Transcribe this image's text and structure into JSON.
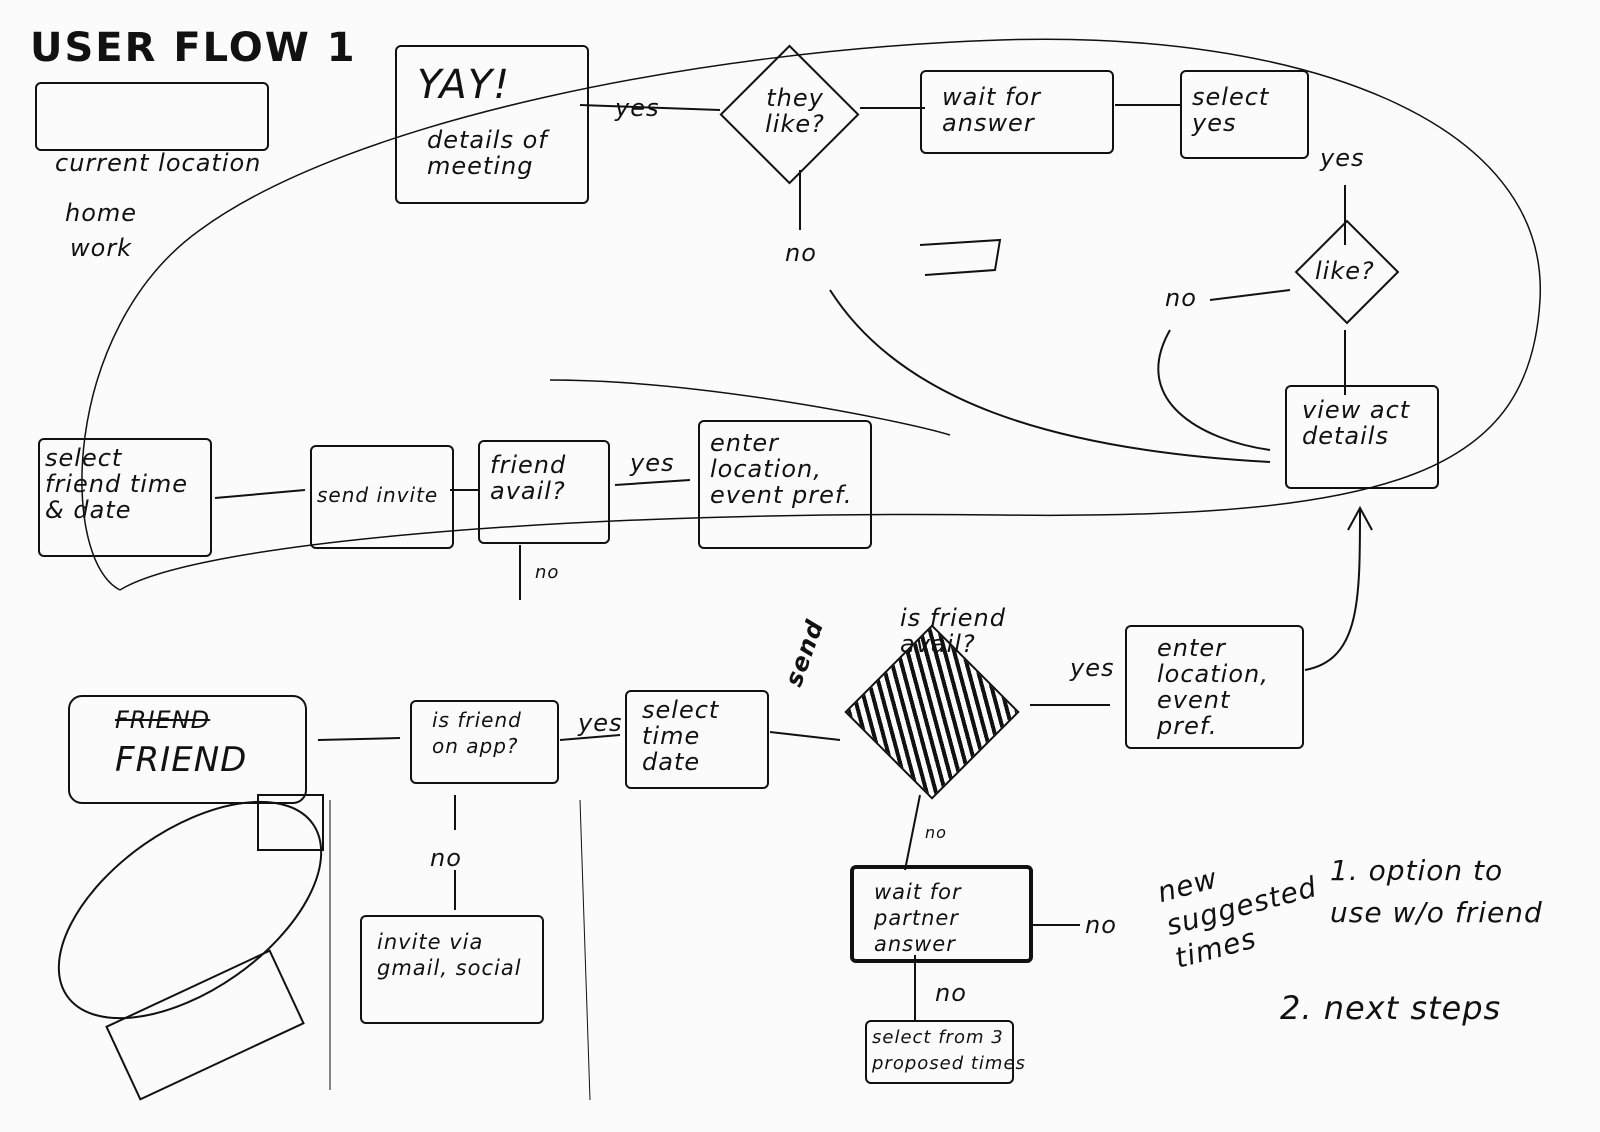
{
  "title": "USER FLOW 1",
  "top_left": {
    "field_label": "current location",
    "options": [
      "home",
      "work"
    ]
  },
  "flow_top": {
    "yay_box": {
      "heading": "YAY!",
      "text": "details of meeting"
    },
    "yes_1": "yes",
    "they_like": "they like?",
    "no_1": "no",
    "wait_for_answer": "wait for answer",
    "select_yes": "select yes",
    "yes_2": "yes",
    "like": "like?",
    "no_2": "no",
    "view_act_details": "view act details"
  },
  "flow_middle": {
    "select_friend": "select friend time & date",
    "send_invite": "send invite",
    "friend_avail": "friend avail?",
    "yes": "yes",
    "enter_location": "enter location, event pref.",
    "no": "no"
  },
  "flow_bottom": {
    "friend_struck": "FRIEND",
    "friend": "FRIEND",
    "is_friend_on_app": "is friend on app?",
    "yes_1": "yes",
    "select_time_date": "select time date",
    "send": "send",
    "is_friend_avail": "is friend avail?",
    "yes_2": "yes",
    "enter_location": "enter location, event pref.",
    "no_1": "no",
    "invite_via": "invite via gmail, social",
    "no_2": "no",
    "wait_partner": "wait for partner answer",
    "no_3": "no",
    "no_4": "no",
    "select_from": "select from 3 proposed times"
  },
  "notes": {
    "new_suggested": "new suggested times",
    "item_1": "1. option to use w/o friend",
    "item_2": "2. next steps"
  }
}
